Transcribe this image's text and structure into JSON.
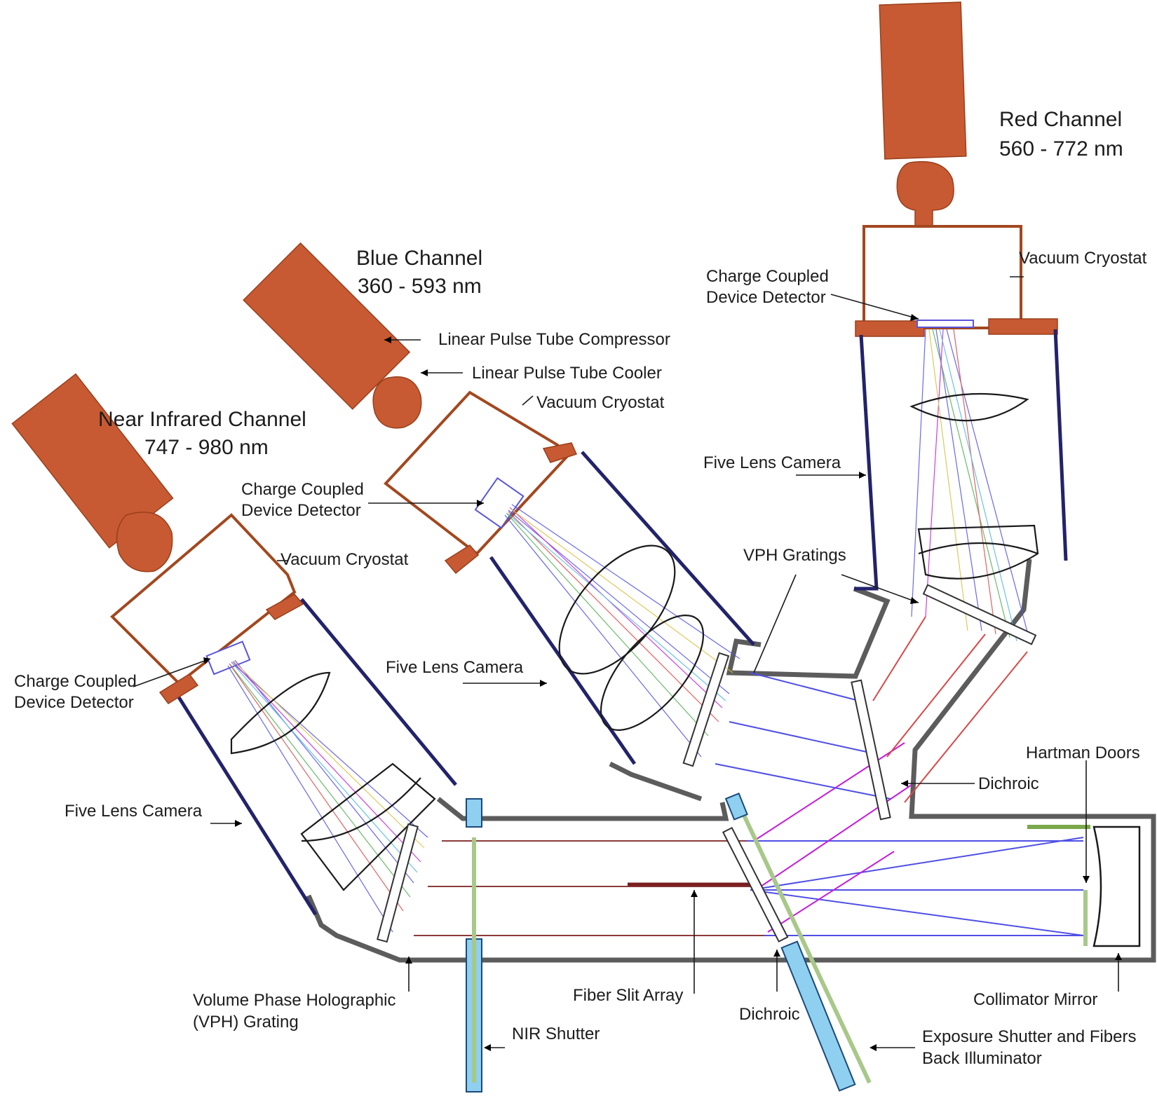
{
  "channels": {
    "nir": {
      "name": "Near Infrared Channel",
      "range": "747 - 980 nm"
    },
    "blue": {
      "name": "Blue Channel",
      "range": "360 - 593 nm"
    },
    "red": {
      "name": "Red Channel",
      "range": "560 - 772 nm"
    }
  },
  "labels": {
    "linear_pulse_tube_compressor": "Linear Pulse Tube Compressor",
    "linear_pulse_tube_cooler": "Linear Pulse Tube Cooler",
    "vacuum_cryostat": "Vacuum Cryostat",
    "ccd_line1": "Charge Coupled",
    "ccd_line2": "Device Detector",
    "five_lens_camera": "Five Lens Camera",
    "vph_gratings": "VPH Gratings",
    "hartman_doors": "Hartman Doors",
    "dichroic": "Dichroic",
    "collimator_mirror": "Collimator Mirror",
    "fiber_slit_array": "Fiber Slit Array",
    "vph_grating_line1": "Volume Phase Holographic",
    "vph_grating_line2": "(VPH) Grating",
    "nir_shutter": "NIR Shutter",
    "exposure_shutter_line1": "Exposure Shutter and Fibers",
    "exposure_shutter_line2": "Back Illuminator"
  },
  "colors": {
    "cooler": "#c75a32",
    "cryostat_outline": "#a2481f",
    "camera_tube": "#23236b",
    "bench": "#5c5c5c",
    "beam_red": "#8b3a3a",
    "beam_blue": "#4f4fe6",
    "beam_magenta": "#c41ed8",
    "beam_redline": "#d84848",
    "beam_green": "#a8c88a",
    "hartman_green": "#7aa84a",
    "shutter_blue": "#8fcff0"
  }
}
